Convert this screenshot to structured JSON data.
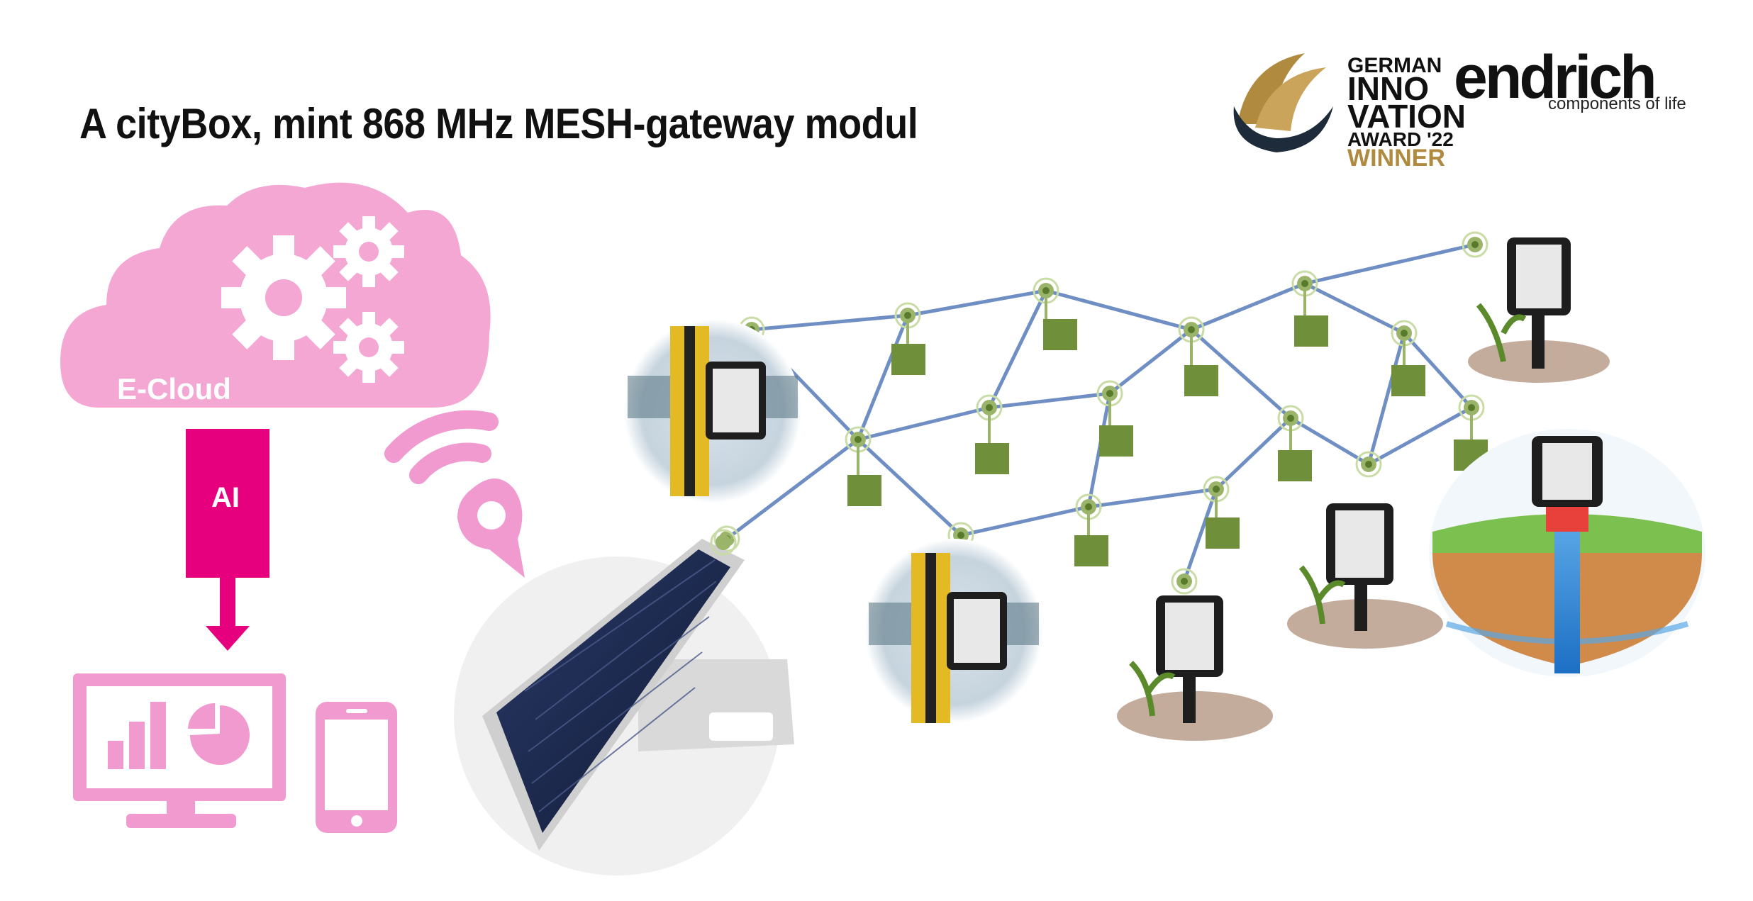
{
  "title": "A cityBox, mint 868 MHz MESH-gateway modul",
  "award": {
    "line1": "GERMAN",
    "line2": "INNO",
    "line3": "VATION",
    "line4": "AWARD '22",
    "line5": "WINNER"
  },
  "brand": {
    "name": "endrich",
    "tagline": "components of life"
  },
  "cloud": {
    "label": "E-Cloud"
  },
  "ai": {
    "label": "AI"
  },
  "colors": {
    "pink": "#f4a7d3",
    "magenta": "#e6007e",
    "node_green": "#6f8f3a",
    "link_blue": "#6f8ec4",
    "award_gold": "#b08a3e"
  }
}
